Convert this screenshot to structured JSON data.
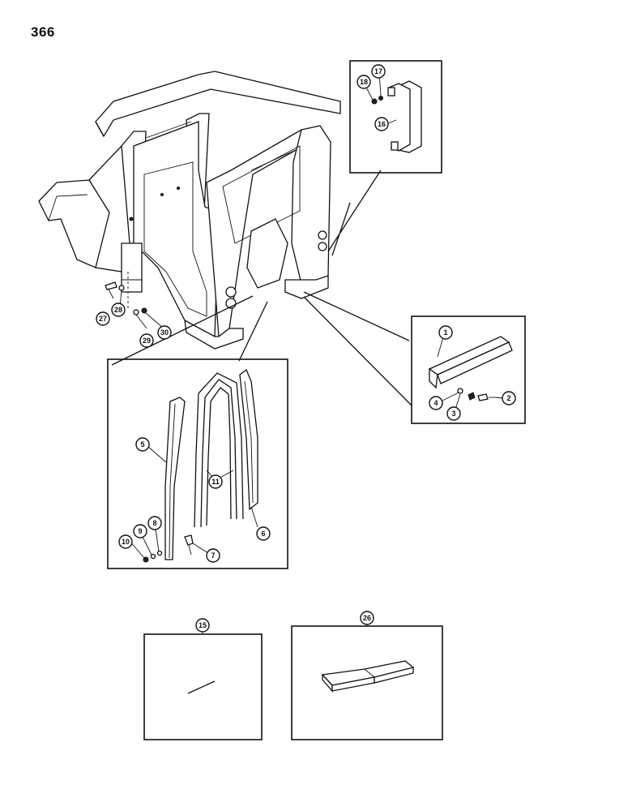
{
  "page": {
    "number": "366"
  },
  "callouts": {
    "c1": "1",
    "c2": "2",
    "c3": "3",
    "c4": "4",
    "c5": "5",
    "c6": "6",
    "c7": "7",
    "c8": "8",
    "c9": "9",
    "c10": "10",
    "c11": "11",
    "c15": "15",
    "c16": "16",
    "c17": "17",
    "c18": "18",
    "c26": "26",
    "c27": "27",
    "c28": "28",
    "c29": "29",
    "c30": "30"
  }
}
